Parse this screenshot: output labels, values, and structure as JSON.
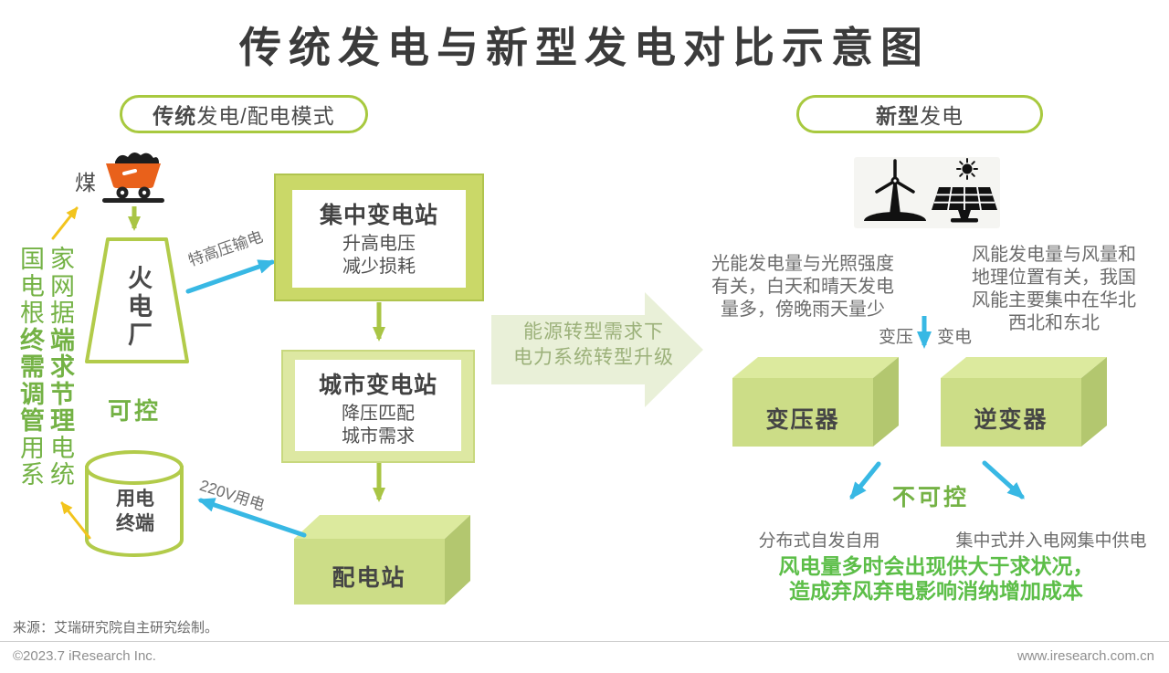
{
  "title": "传统发电与新型发电对比示意图",
  "traditional": {
    "badge": {
      "bold": "传统",
      "rest": "发电/配电模式"
    },
    "coal_label": "煤",
    "cart_icon": "coal-cart-icon",
    "grid_note_lines": [
      "国家",
      "电网",
      "根据",
      "终端",
      "需求",
      "调节",
      "管理",
      "用电",
      "系统"
    ],
    "plant_label": "火电厂",
    "uhv_arrow_label": "特高压输电",
    "central_substation": {
      "title": "集中变电站",
      "desc_line1": "升高电压",
      "desc_line2": "减少损耗"
    },
    "city_substation": {
      "title": "城市变电站",
      "desc_line1": "降压匹配",
      "desc_line2": "城市需求"
    },
    "distribution_station_label": "配电站",
    "v220_arrow_label": "220V用电",
    "terminal": {
      "line1": "用电",
      "line2": "终端"
    },
    "controllable_label": "可控"
  },
  "transition": {
    "line1": "能源转型需求下",
    "line2": "电力系统转型升级"
  },
  "modern": {
    "badge": {
      "bold": "新型",
      "rest": "发电"
    },
    "icons": {
      "wind": "wind-turbine-icon",
      "solar": "solar-panel-icon",
      "sun": "sun-icon"
    },
    "solar_note_lines": [
      "光能发电量与光照强度",
      "有关，白天和晴天发电",
      "量多，傍晚雨天量少"
    ],
    "wind_note_lines": [
      "风能发电量与风量和",
      "地理位置有关，我国",
      "风能主要集中在华北",
      "西北和东北"
    ],
    "transform_label": "变压",
    "substation_label": "变电",
    "transformer_label": "变压器",
    "inverter_label": "逆变器",
    "uncontrollable_label": "不可控",
    "distributed_label": "分布式自发自用",
    "centralized_label": "集中式并入电网集中供电",
    "warning_line1": "风电量多时会出现供大于求状况，",
    "warning_line2": "造成弃风弃电影响消纳增加成本"
  },
  "colors": {
    "green_border": "#a8c93f",
    "green_text": "#74b245",
    "bright_green": "#5cbe48",
    "blue_arrow": "#38b8e4",
    "yellow_arrow": "#f2c41d",
    "cart_orange": "#e9611b"
  },
  "footer": {
    "source": "来源：艾瑞研究院自主研究绘制。",
    "copyright": "©2023.7 iResearch Inc.",
    "website": "www.iresearch.com.cn"
  }
}
